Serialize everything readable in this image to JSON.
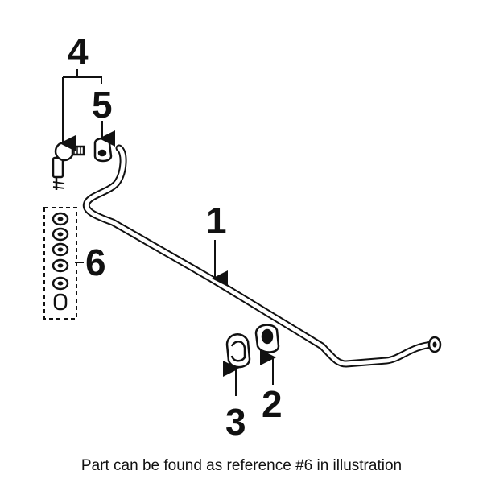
{
  "diagram": {
    "callouts": {
      "c1": "1",
      "c2": "2",
      "c3": "3",
      "c4": "4",
      "c5": "5",
      "c6": "6"
    }
  },
  "caption": "Part can be found as reference #6 in illustration"
}
